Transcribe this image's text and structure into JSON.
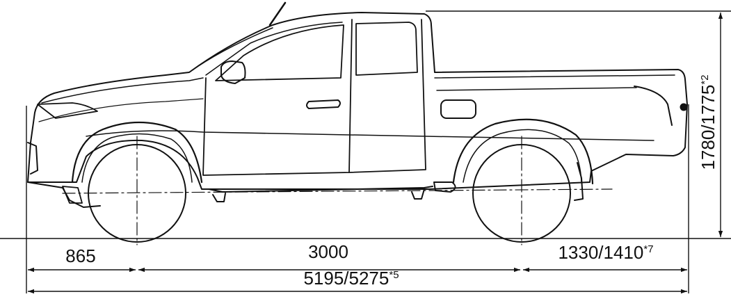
{
  "dimensions": {
    "front_overhang": "865",
    "wheelbase": "3000",
    "rear_overhang": "1330/1410",
    "rear_overhang_note": "*7",
    "overall_length": "5195/5275",
    "overall_length_note": "*5",
    "overall_height": "1780/1775",
    "overall_height_note": "*2"
  },
  "colors": {
    "line": "#111111",
    "background": "#ffffff"
  }
}
